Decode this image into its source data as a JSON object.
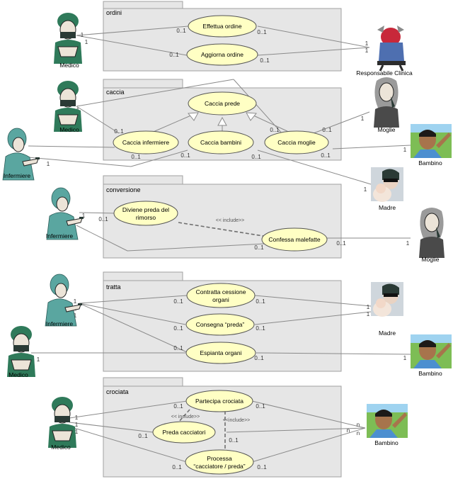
{
  "packages": [
    {
      "id": "ordini",
      "name": "ordini"
    },
    {
      "id": "caccia",
      "name": "caccia"
    },
    {
      "id": "conversione",
      "name": "conversione"
    },
    {
      "id": "tratta",
      "name": "tratta"
    },
    {
      "id": "crociata",
      "name": "crociata"
    }
  ],
  "usecases": {
    "effettua_ordine": [
      "Effettua ordine"
    ],
    "aggiorna_ordine": [
      "Aggiorna ordine"
    ],
    "caccia_prede": [
      "Caccia prede"
    ],
    "caccia_infermiere": [
      "Caccia infermiere"
    ],
    "caccia_bambini": [
      "Caccia bambini"
    ],
    "caccia_moglie": [
      "Caccia moglie"
    ],
    "diviene_preda": [
      "Diviene preda del",
      "rimorso"
    ],
    "confessa_malefatte": [
      "Confessa malefatte"
    ],
    "contratta_cessione": [
      "Contratta cessione",
      "organi"
    ],
    "consegna_preda": [
      "Consegna “preda”"
    ],
    "espianta_organi": [
      "Espianta organi"
    ],
    "partecipa_crociata": [
      "Partecipa crociata"
    ],
    "preda_cacciatori": [
      "Preda cacciatori"
    ],
    "processa": [
      "Processa",
      "“cacciatore / preda”"
    ]
  },
  "actors": {
    "medico_1": "Medico",
    "responsabile_clinica": "Responsabile Clinica",
    "medico_2": "Medico",
    "infermiere_1": "Infermiere",
    "moglie_1": "Moglie",
    "bambino_1": "Bambino",
    "madre_1": "Madre",
    "infermiere_2": "Infermiere",
    "moglie_2": "Moglie",
    "infermiere_3": "Infermiere",
    "madre_2": "Madre",
    "medico_3": "Medico",
    "bambino_2": "Bambino",
    "medico_4": "Medico",
    "bambino_3": "Bambino"
  },
  "multiplicities": {
    "one": "1",
    "zero_one": "0..1",
    "n": "n"
  },
  "stereotypes": {
    "include": "<< include>>",
    "include_2": "<< include>>",
    "include_3": "<<include>>"
  }
}
